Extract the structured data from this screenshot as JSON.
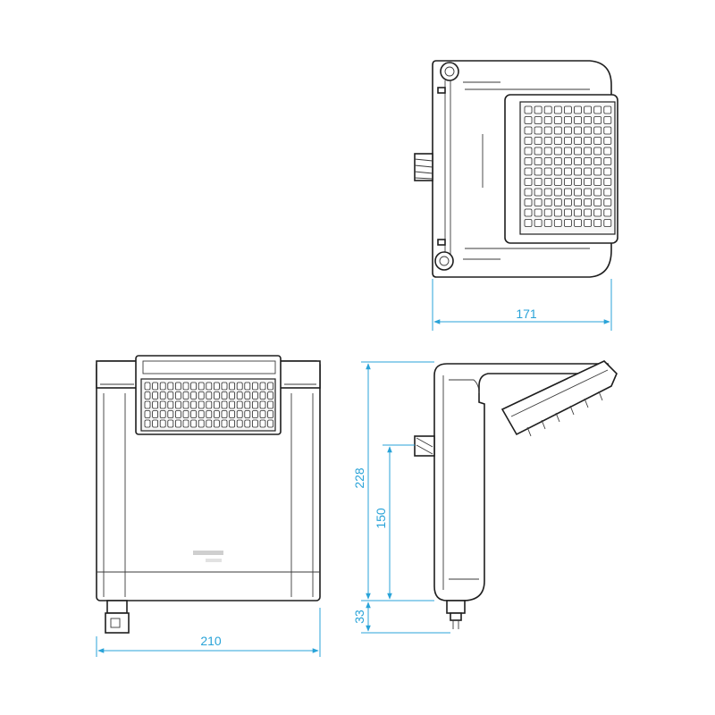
{
  "dimensions": {
    "width_front": "210",
    "depth_top": "171",
    "height_total": "228",
    "height_mount": "150",
    "height_bottom": "33"
  },
  "colors": {
    "dimension": "#29a3d8",
    "outline": "#1e1e1e"
  }
}
